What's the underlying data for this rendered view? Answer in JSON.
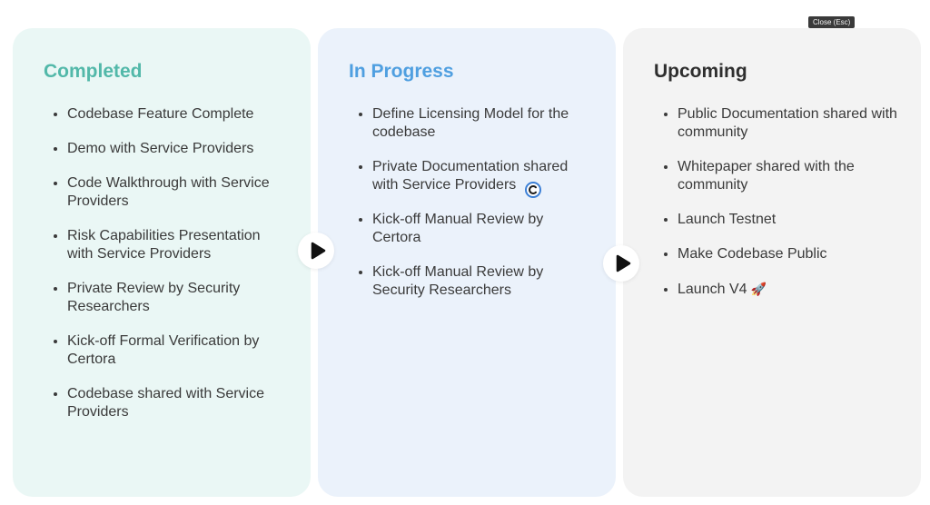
{
  "overlay": {
    "close_tooltip": "Close (Esc)"
  },
  "columns": {
    "completed": {
      "title": "Completed",
      "items": [
        "Codebase Feature Complete",
        "Demo with Service Providers",
        "Code Walkthrough with Service Providers",
        "Risk Capabilities Presentation with Service Providers",
        "Private Review by Security Researchers",
        "Kick-off Formal Verification by Certora",
        "Codebase shared with Service Providers"
      ]
    },
    "in_progress": {
      "title": "In Progress",
      "items": [
        "Define Licensing Model for the codebase",
        "Private Documentation shared with Service Providers",
        "Kick-off Manual Review by Certora",
        "Kick-off Manual Review by Security Researchers"
      ]
    },
    "upcoming": {
      "title": "Upcoming",
      "items": [
        "Public Documentation shared with community",
        "Whitepaper shared with the community",
        "Launch Testnet",
        "Make Codebase Public",
        "Launch V4"
      ]
    }
  },
  "icons": {
    "arrow": "play-arrow-icon",
    "copyright": "copyright-icon",
    "rocket": "rocket-icon"
  },
  "colors": {
    "completed_bg": "#eaf7f5",
    "completed_title": "#52b8a9",
    "in_progress_bg": "#ebf2fb",
    "in_progress_title": "#4f9fe0",
    "upcoming_bg": "#f3f3f3",
    "upcoming_title": "#2e2e2e",
    "text": "#3a3a3a"
  }
}
